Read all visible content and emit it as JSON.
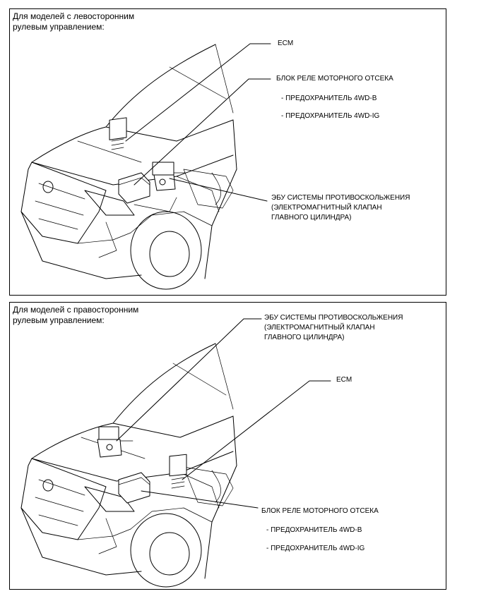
{
  "panels": [
    {
      "heading_line1": "Для моделей с левосторонним",
      "heading_line2": "рулевым управлением:",
      "callouts": {
        "ecm": "ECM",
        "relay_block": "БЛОК РЕЛЕ МОТОРНОГО ОТСЕКА",
        "fuse_b": "- ПРЕДОХРАНИТЕЛЬ 4WD-B",
        "fuse_ig": "- ПРЕДОХРАНИТЕЛЬ 4WD-IG",
        "abs_line1": "ЭБУ СИСТЕМЫ ПРОТИВОСКОЛЬЖЕНИЯ",
        "abs_line2": "(ЭЛЕКТРОМАГНИТНЫЙ КЛАПАН",
        "abs_line3": "ГЛАВНОГО ЦИЛИНДРА)"
      }
    },
    {
      "heading_line1": "Для моделей с правосторонним",
      "heading_line2": "рулевым управлением:",
      "callouts": {
        "abs_line1": "ЭБУ СИСТЕМЫ ПРОТИВОСКОЛЬЖЕНИЯ",
        "abs_line2": "(ЭЛЕКТРОМАГНИТНЫЙ КЛАПАН",
        "abs_line3": "ГЛАВНОГО ЦИЛИНДРА)",
        "ecm": "ECM",
        "relay_block": "БЛОК РЕЛЕ МОТОРНОГО ОТСЕКА",
        "fuse_b": "- ПРЕДОХРАНИТЕЛЬ 4WD-B",
        "fuse_ig": "- ПРЕДОХРАНИТЕЛЬ 4WD-IG"
      }
    }
  ]
}
